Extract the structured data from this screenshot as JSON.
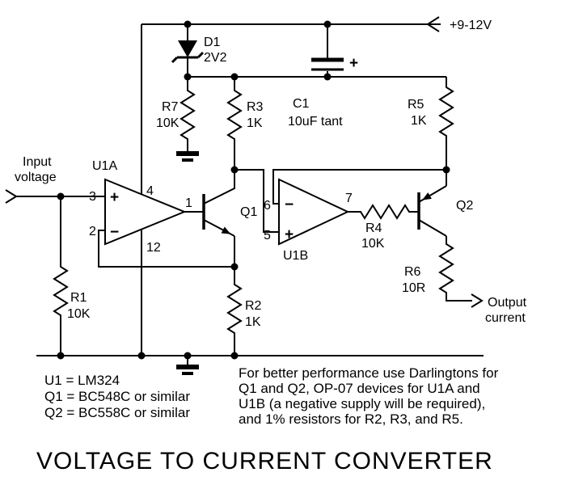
{
  "title": "VOLTAGE TO CURRENT CONVERTER",
  "labels": {
    "supply": "+9-12V",
    "input_line1": "Input",
    "input_line2": "voltage",
    "output_line1": "Output",
    "output_line2": "current",
    "plus": "+",
    "minus": "−",
    "cap_plus": "+"
  },
  "components": {
    "d1": {
      "ref": "D1",
      "value": "2V2"
    },
    "c1": {
      "ref": "C1",
      "value": "10uF tant"
    },
    "r1": {
      "ref": "R1",
      "value": "10K"
    },
    "r2": {
      "ref": "R2",
      "value": "1K"
    },
    "r3": {
      "ref": "R3",
      "value": "1K"
    },
    "r4": {
      "ref": "R4",
      "value": "10K"
    },
    "r5": {
      "ref": "R5",
      "value": "1K"
    },
    "r6": {
      "ref": "R6",
      "value": "10R"
    },
    "r7": {
      "ref": "R7",
      "value": "10K"
    },
    "q1": {
      "ref": "Q1"
    },
    "q2": {
      "ref": "Q2"
    },
    "u1a": {
      "ref": "U1A",
      "pins": {
        "noninv": "3",
        "inv": "2",
        "out": "1",
        "vcc": "4",
        "vee": "12"
      }
    },
    "u1b": {
      "ref": "U1B",
      "pins": {
        "noninv": "5",
        "inv": "6",
        "out": "7"
      }
    }
  },
  "notes": {
    "line1": "U1 = LM324",
    "line2": "Q1 = BC548C or similar",
    "line3": "Q2 = BC558C or similar"
  },
  "remark": {
    "line1": "For better performance use Darlingtons for",
    "line2": "Q1 and Q2, OP-07 devices for U1A and",
    "line3": "U1B (a negative supply will be required),",
    "line4": "and 1% resistors for R2, R3, and R5."
  }
}
